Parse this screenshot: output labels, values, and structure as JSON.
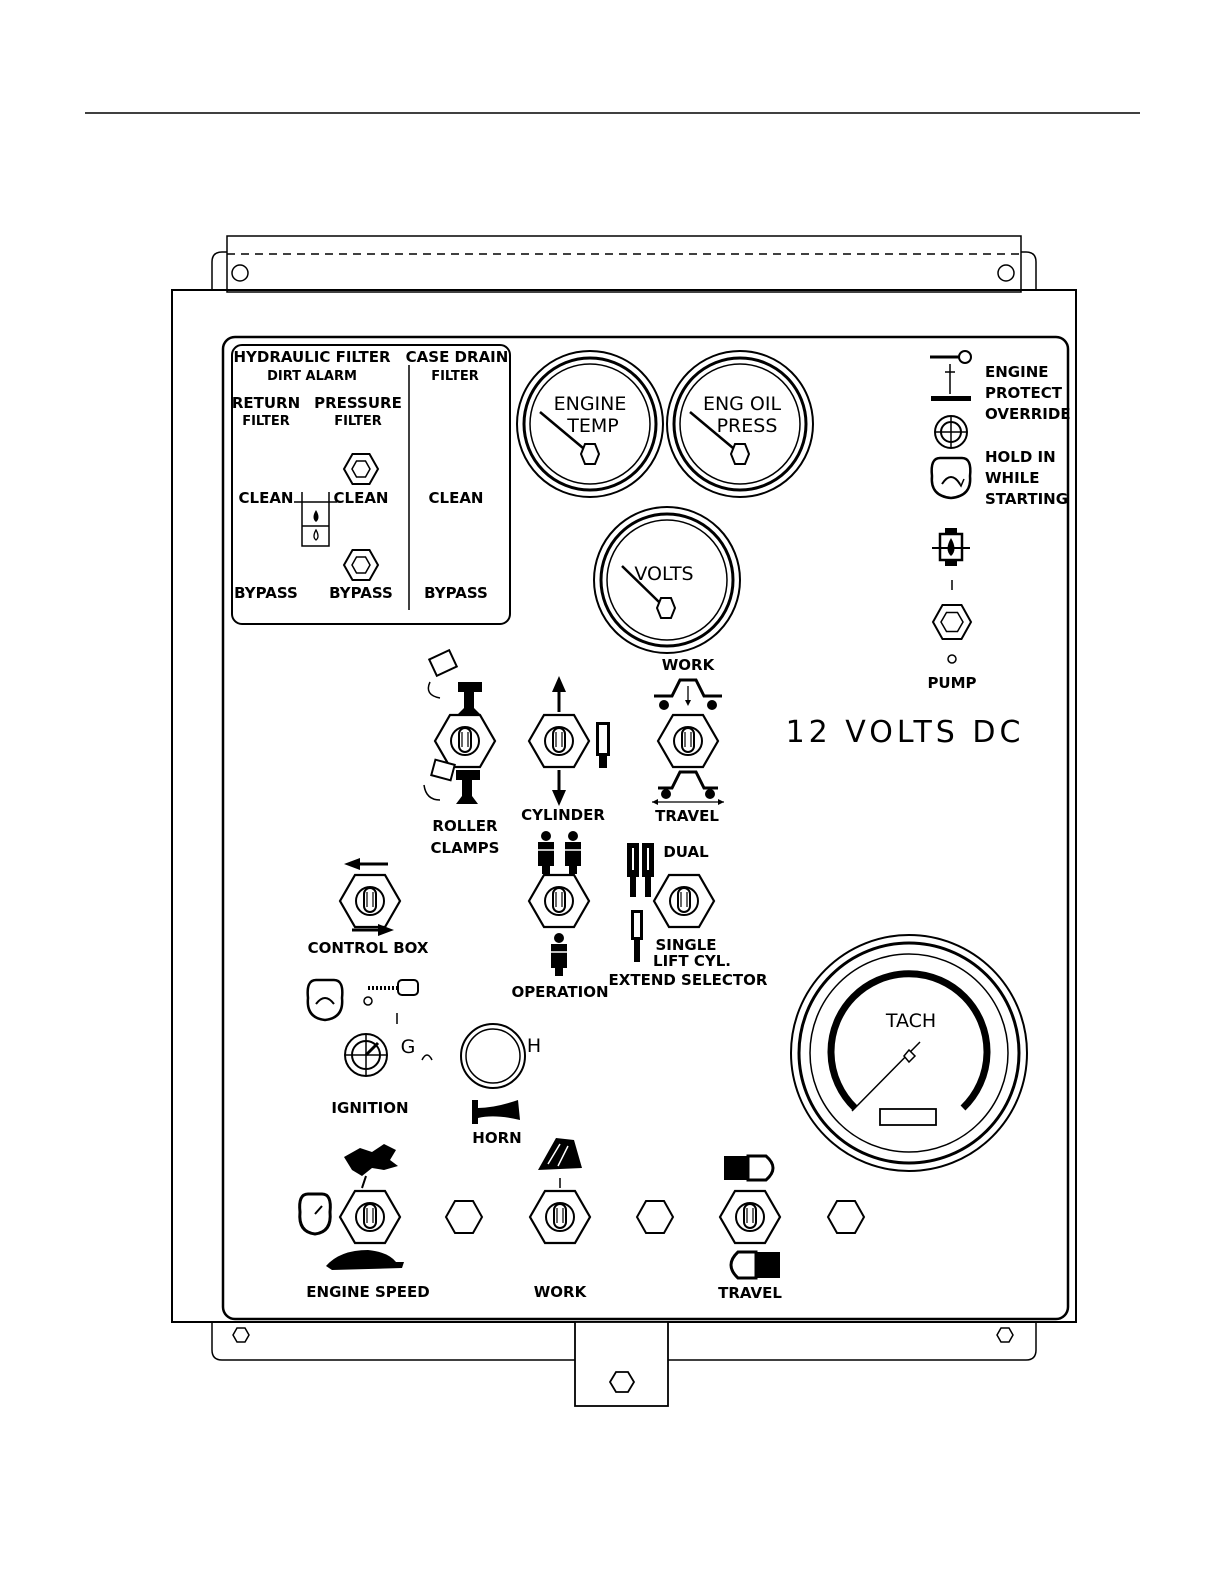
{
  "panel": {
    "voltage_label": "12 VOLTS DC",
    "filter_box": {
      "title_left": "HYDRAULIC FILTER",
      "subtitle_left": "DIRT ALARM",
      "title_right": "CASE DRAIN",
      "subtitle_right": "FILTER",
      "return_label": "RETURN",
      "return_sub": "FILTER",
      "pressure_label": "PRESSURE",
      "pressure_sub": "FILTER",
      "clean_1": "CLEAN",
      "clean_2": "CLEAN",
      "clean_3": "CLEAN",
      "bypass_1": "BYPASS",
      "bypass_2": "BYPASS",
      "bypass_3": "BYPASS"
    },
    "gauges": {
      "engine_temp_l1": "ENGINE",
      "engine_temp_l2": "TEMP",
      "oil_press_l1": "ENG OIL",
      "oil_press_l2": "PRESS",
      "volts": "VOLTS",
      "tach": "TACH"
    },
    "right_column": {
      "protect_l1": "ENGINE",
      "protect_l2": "PROTECT",
      "protect_l3": "OVERRIDE",
      "hold_l1": "HOLD IN",
      "hold_l2": "WHILE",
      "hold_l3": "STARTING",
      "pump": "PUMP"
    },
    "switches": {
      "roller_l1": "ROLLER",
      "roller_l2": "CLAMPS",
      "cylinder": "CYLINDER",
      "work_top": "WORK",
      "travel_top": "TRAVEL",
      "control_box": "CONTROL BOX",
      "operation": "OPERATION",
      "dual": "DUAL",
      "single": "SINGLE",
      "lift_l1": "LIFT CYL.",
      "lift_l2": "EXTEND SELECTOR",
      "ignition": "IGNITION",
      "ign_g": "G",
      "horn_h": "H",
      "horn": "HORN",
      "engine_speed": "ENGINE SPEED",
      "work_bottom": "WORK",
      "travel_bottom": "TRAVEL"
    }
  }
}
